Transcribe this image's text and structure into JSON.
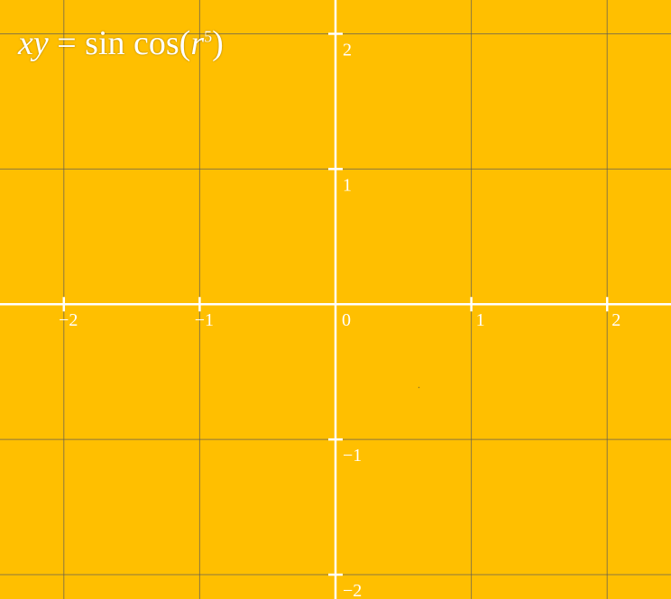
{
  "chart_data": {
    "type": "implicit-plot",
    "equation": {
      "lhs": "xy",
      "equals": "=",
      "func1": "sin",
      "func2": "cos(",
      "var": "r",
      "exponent": "5",
      "close": ")"
    },
    "x_ticks": [
      {
        "value": -2,
        "label": "−2"
      },
      {
        "value": -1,
        "label": "−1"
      },
      {
        "value": 0,
        "label": "0"
      },
      {
        "value": 1,
        "label": "1"
      },
      {
        "value": 2,
        "label": "2"
      }
    ],
    "y_ticks": [
      {
        "value": 2,
        "label": "2"
      },
      {
        "value": 1,
        "label": "1"
      },
      {
        "value": -1,
        "label": "−1"
      },
      {
        "value": -2,
        "label": "−2"
      }
    ],
    "xlim": [
      -2.47,
      2.47
    ],
    "ylim": [
      -2.18,
      2.25
    ],
    "grid": true,
    "colors": {
      "curve": "#ffbf00",
      "background": "#3d3d3d",
      "axes": "#ffffff",
      "grid": "#5a5a5a"
    }
  }
}
